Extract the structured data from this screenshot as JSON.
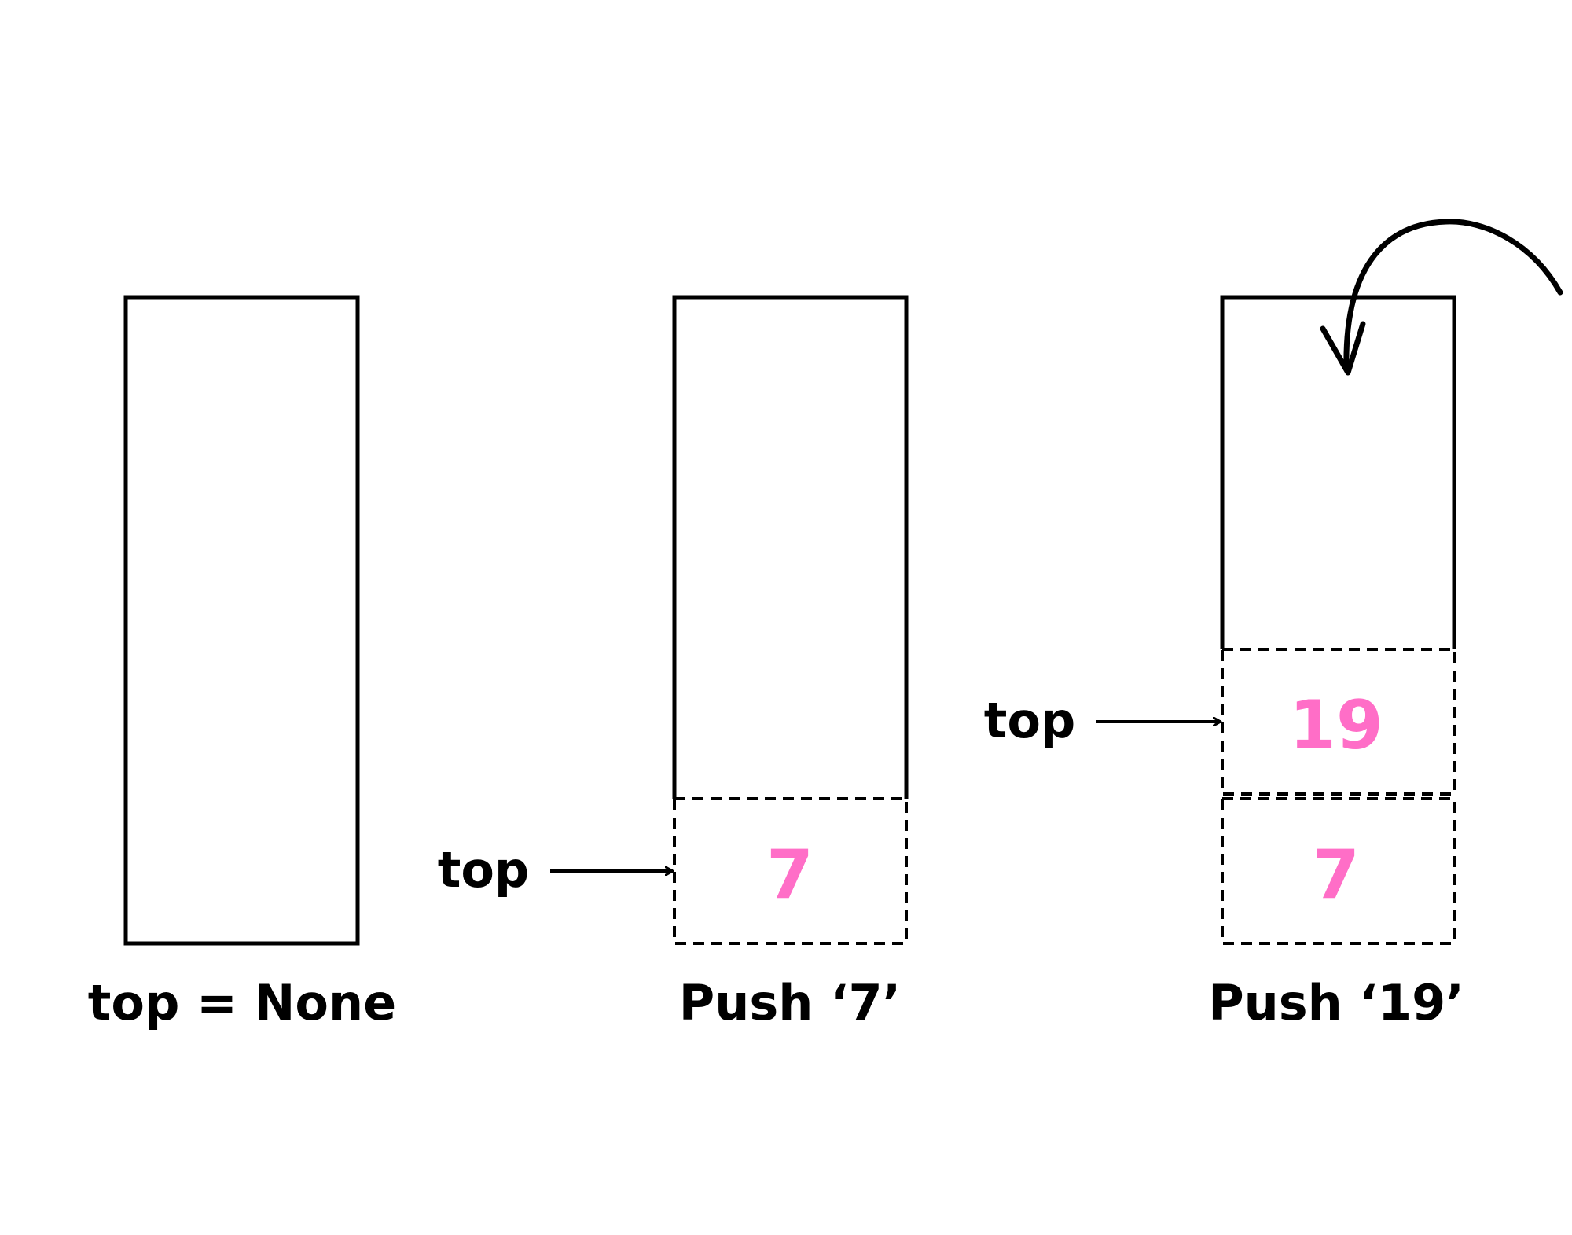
{
  "stacks": [
    {
      "caption": "top = None",
      "items": [],
      "pointer_label": ""
    },
    {
      "caption": "Push ‘7’",
      "items": [
        "7"
      ],
      "pointer_label": "top"
    },
    {
      "caption": "Push ‘19’",
      "items": [
        "7",
        "19"
      ],
      "pointer_label": "top"
    }
  ],
  "colors": {
    "stroke": "#000000",
    "value": "#ff6ec7",
    "background": "#ffffff"
  }
}
